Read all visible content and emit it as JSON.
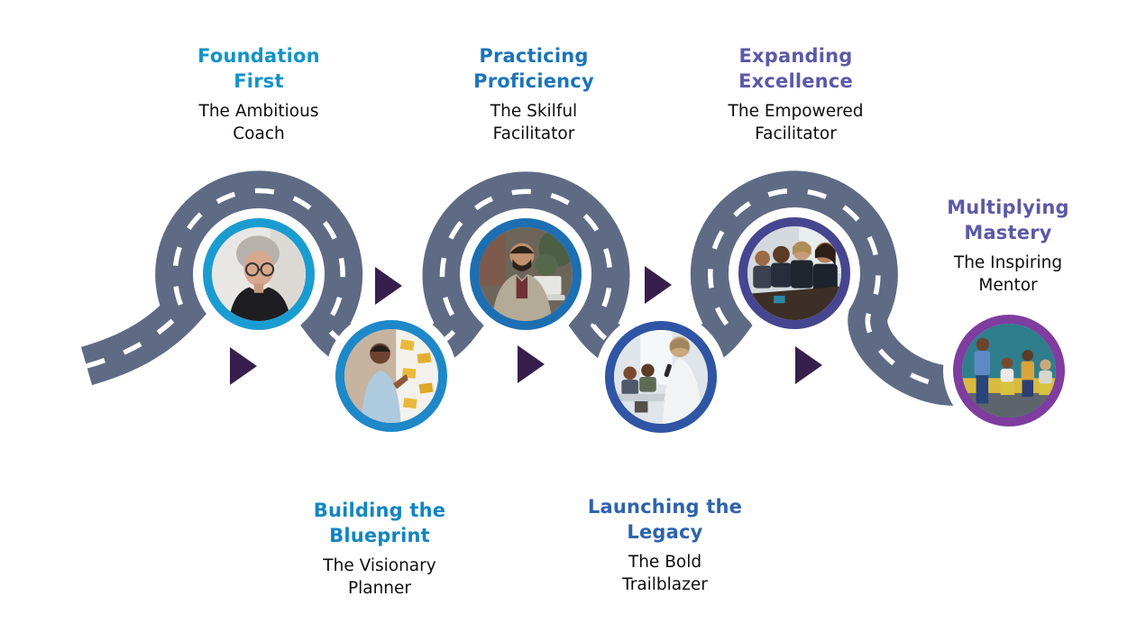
{
  "figure": {
    "background": "#ffffff",
    "road_color": "#5f6b85",
    "road_line_color": "#ffffff",
    "arrow_color": "#371f4d",
    "subtitle_color": "#0d0d0d"
  },
  "milestones": [
    {
      "title": "Foundation First",
      "subtitle": "The Ambitious Coach",
      "title_color": "#1193c9",
      "ring_color": "#1b9cd1",
      "photo_alt": "older woman with grey hair and glasses"
    },
    {
      "title": "Building the Blueprint",
      "subtitle": "The Visionary Planner",
      "title_color": "#1185c4",
      "ring_color": "#1e88c8",
      "photo_alt": "man placing yellow sticky notes on a board"
    },
    {
      "title": "Practicing Proficiency",
      "subtitle": "The Skilful Facilitator",
      "title_color": "#1c74b9",
      "ring_color": "#1d6fb2",
      "photo_alt": "bearded man working on a laptop"
    },
    {
      "title": "Launching the Legacy",
      "subtitle": "The Bold Trailblazer",
      "title_color": "#2e62ad",
      "ring_color": "#2f55a4",
      "photo_alt": "woman speaking to an audience with a microphone"
    },
    {
      "title": "Expanding Excellence",
      "subtitle": "The Empowered Facilitator",
      "title_color": "#5c59a7",
      "ring_color": "#46458f",
      "photo_alt": "team applauding at a conference table"
    },
    {
      "title": "Multiplying Mastery",
      "subtitle": "The Inspiring Mentor",
      "title_color": "#5c59a7",
      "ring_color": "#7e3d9f",
      "photo_alt": "group of colleagues talking in a meeting room"
    }
  ]
}
